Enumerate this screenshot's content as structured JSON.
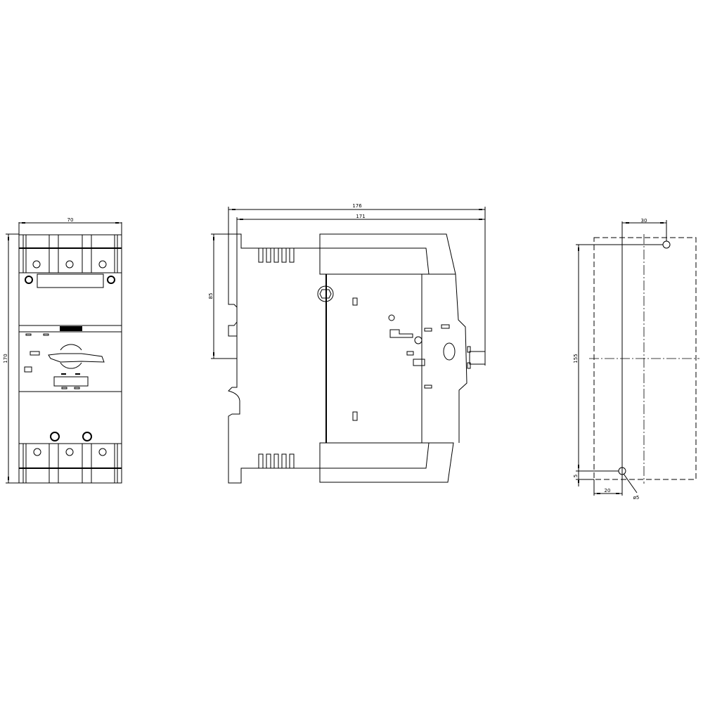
{
  "drawing": {
    "front_view": {
      "width_label": "70",
      "height_label": "170"
    },
    "side_view": {
      "overall_depth_label": "176",
      "depth_label": "171",
      "rail_height_label": "85"
    },
    "drilling_plan": {
      "hole_spacing_x_label": "30",
      "hole_spacing_y_label": "155",
      "edge_offset_y_label": "5",
      "edge_offset_x_label": "20",
      "hole_diameter_label": "ø5"
    }
  },
  "colors": {
    "line": "#000000",
    "background": "#ffffff"
  }
}
